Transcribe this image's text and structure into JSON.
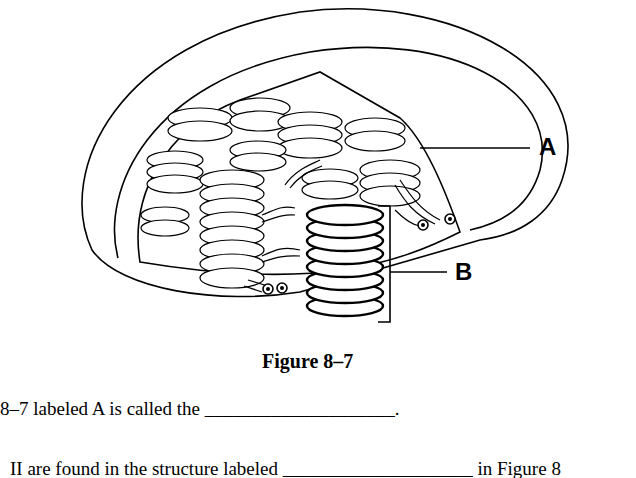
{
  "diagram": {
    "caption": "Figure 8–7",
    "labels": [
      "A",
      "B",
      "8–7 labeled A is called the ____________________.",
      "II are found in the structure labeled ____________________ in Figure 8"
    ]
  }
}
